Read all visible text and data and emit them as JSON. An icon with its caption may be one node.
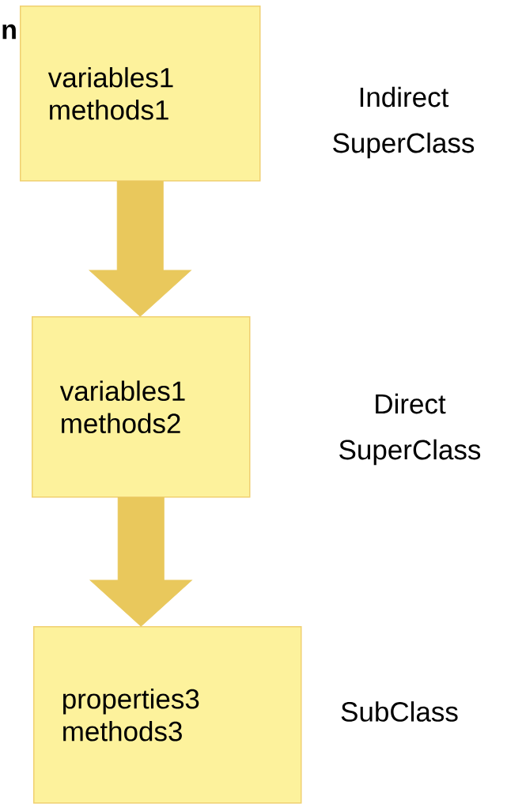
{
  "diagram": {
    "nodes": [
      {
        "text": [
          "variables1",
          "methods1"
        ],
        "beside": [
          "Indirect SuperClass"
        ]
      },
      {
        "text": [
          "variables1",
          "methods2"
        ],
        "beside": [
          "Direct SuperClass"
        ]
      },
      {
        "text": [
          "properties3",
          "methods3"
        ],
        "beside": [
          "SubClass"
        ]
      }
    ],
    "edges": [
      {
        "from": 0,
        "to": 1,
        "arrow": "to",
        "style": "thick"
      },
      {
        "from": 1,
        "to": 2,
        "arrow": "to",
        "style": "thick"
      }
    ],
    "labels": [
      "n"
    ]
  }
}
